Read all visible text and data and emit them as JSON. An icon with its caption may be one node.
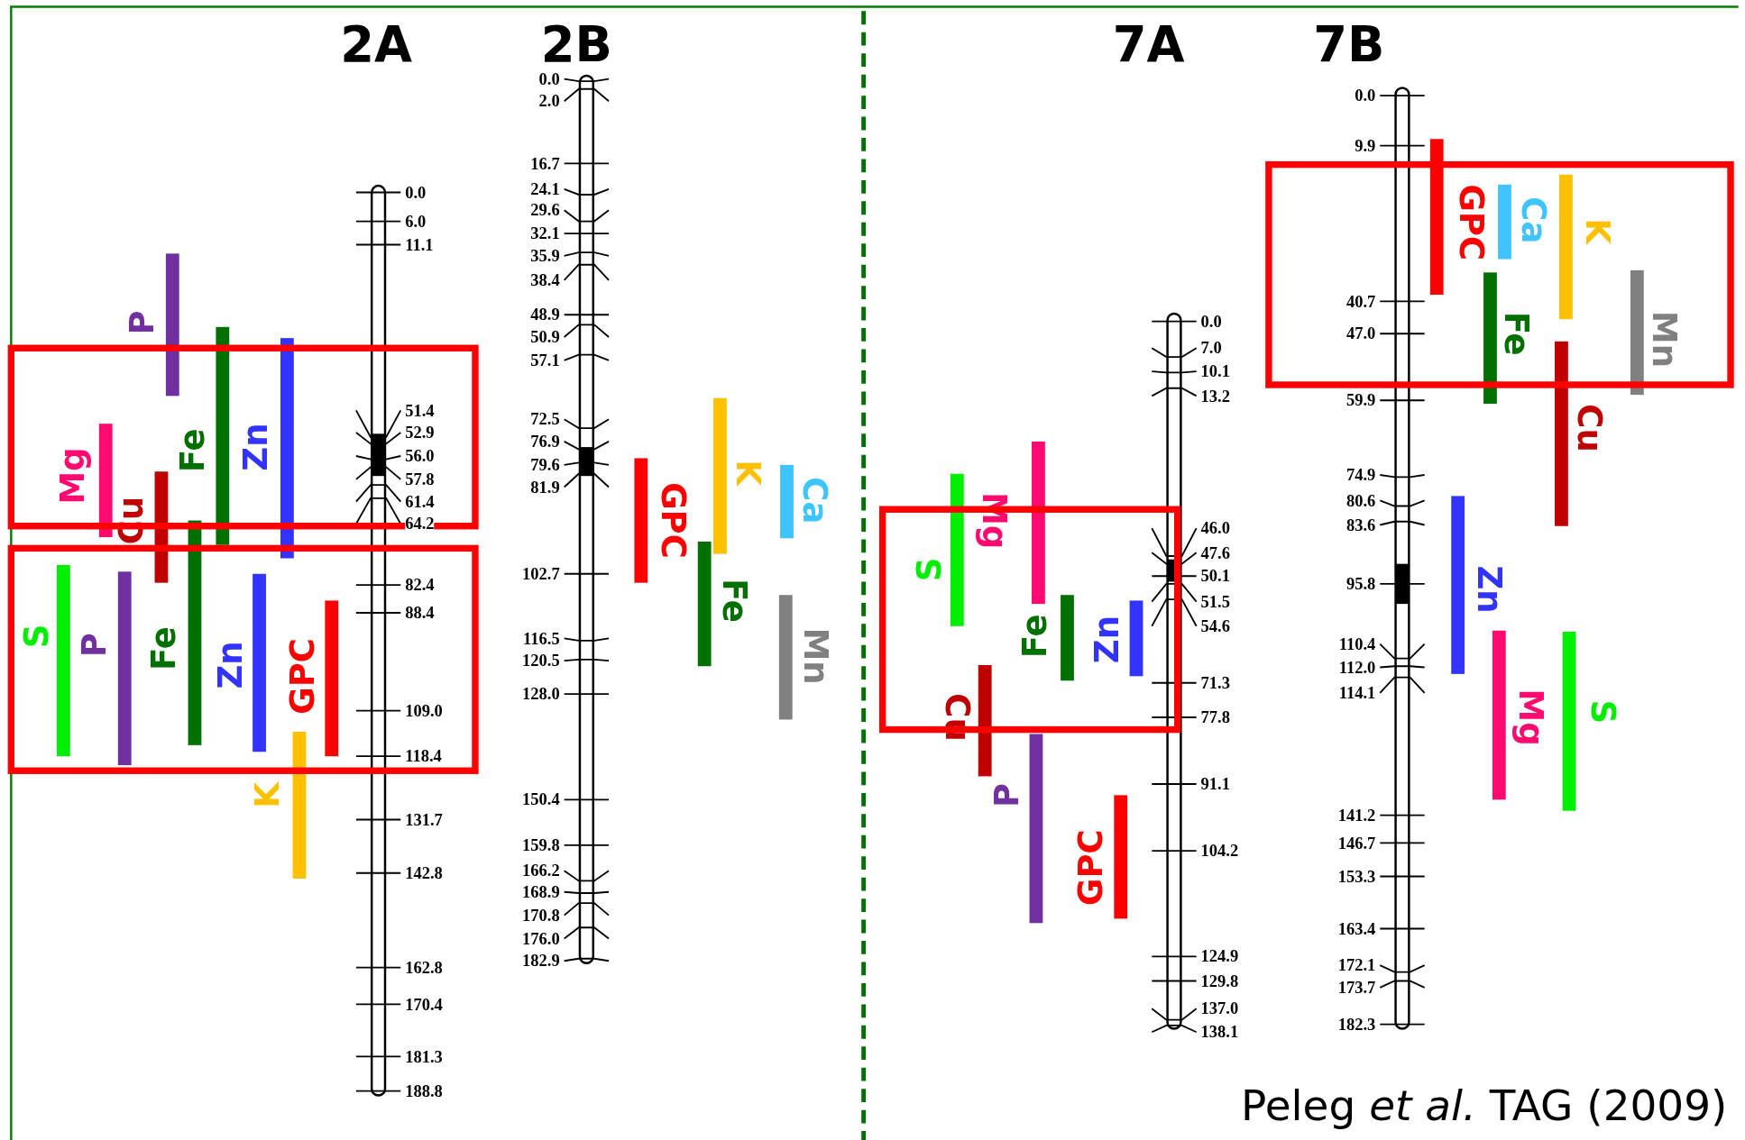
{
  "diagram": {
    "nodes": [
      {
        "text": [
          "P"
        ]
      },
      {
        "text": [
          "Fe"
        ]
      },
      {
        "text": [
          "Zn"
        ]
      },
      {
        "text": [
          "Mg"
        ]
      },
      {
        "text": [
          "Cu"
        ]
      },
      {
        "text": [
          "S"
        ]
      },
      {
        "text": [
          "P"
        ]
      },
      {
        "text": [
          "Fe"
        ]
      },
      {
        "text": [
          "Zn"
        ]
      },
      {
        "text": [
          "GPC"
        ]
      },
      {
        "text": [
          "K"
        ]
      },
      {
        "text": [
          "GPC"
        ]
      },
      {
        "text": [
          "K"
        ]
      },
      {
        "text": [
          "Ca"
        ]
      },
      {
        "text": [
          "Fe"
        ]
      },
      {
        "text": [
          "Mn"
        ]
      },
      {
        "text": [
          "S"
        ]
      },
      {
        "text": [
          "Mg"
        ]
      },
      {
        "text": [
          "Fe"
        ]
      },
      {
        "text": [
          "Zn"
        ]
      },
      {
        "text": [
          "Cu"
        ]
      },
      {
        "text": [
          "P"
        ]
      },
      {
        "text": [
          "GPC"
        ]
      },
      {
        "text": [
          "GPC"
        ]
      },
      {
        "text": [
          "Ca"
        ]
      },
      {
        "text": [
          "K"
        ]
      },
      {
        "text": [
          "Mn"
        ]
      },
      {
        "text": [
          "Fe"
        ]
      },
      {
        "text": [
          "Cu"
        ]
      },
      {
        "text": [
          "Zn"
        ]
      },
      {
        "text": [
          "Mg"
        ]
      },
      {
        "text": [
          "S"
        ]
      }
    ],
    "labels": [
      "2A",
      "2B",
      "7A",
      "7B",
      "0.0",
      "6.0",
      "11.1",
      "51.4",
      "52.9",
      "56.0",
      "57.8",
      "61.4",
      "64.2",
      "82.4",
      "88.4",
      "109.0",
      "118.4",
      "131.7",
      "142.8",
      "162.8",
      "170.4",
      "181.3",
      "188.8",
      "0.0",
      "2.0",
      "16.7",
      "24.1",
      "29.6",
      "32.1",
      "35.9",
      "38.4",
      "48.9",
      "50.9",
      "57.1",
      "72.5",
      "76.9",
      "79.6",
      "81.9",
      "102.7",
      "116.5",
      "120.5",
      "128.0",
      "150.4",
      "159.8",
      "166.2",
      "168.9",
      "170.8",
      "176.0",
      "182.9",
      "0.0",
      "7.0",
      "10.1",
      "13.2",
      "46.0",
      "47.6",
      "50.1",
      "51.5",
      "54.6",
      "71.3",
      "77.8",
      "91.1",
      "104.2",
      "124.9",
      "129.8",
      "137.0",
      "138.1",
      "0.0",
      "9.9",
      "40.7",
      "47.0",
      "59.9",
      "74.9",
      "80.6",
      "83.6",
      "95.8",
      "110.4",
      "112.0",
      "114.1",
      "141.2",
      "146.7",
      "153.3",
      "163.4",
      "172.1",
      "173.7",
      "182.3",
      "Peleg *et al.* TAG (2009)"
    ]
  }
}
